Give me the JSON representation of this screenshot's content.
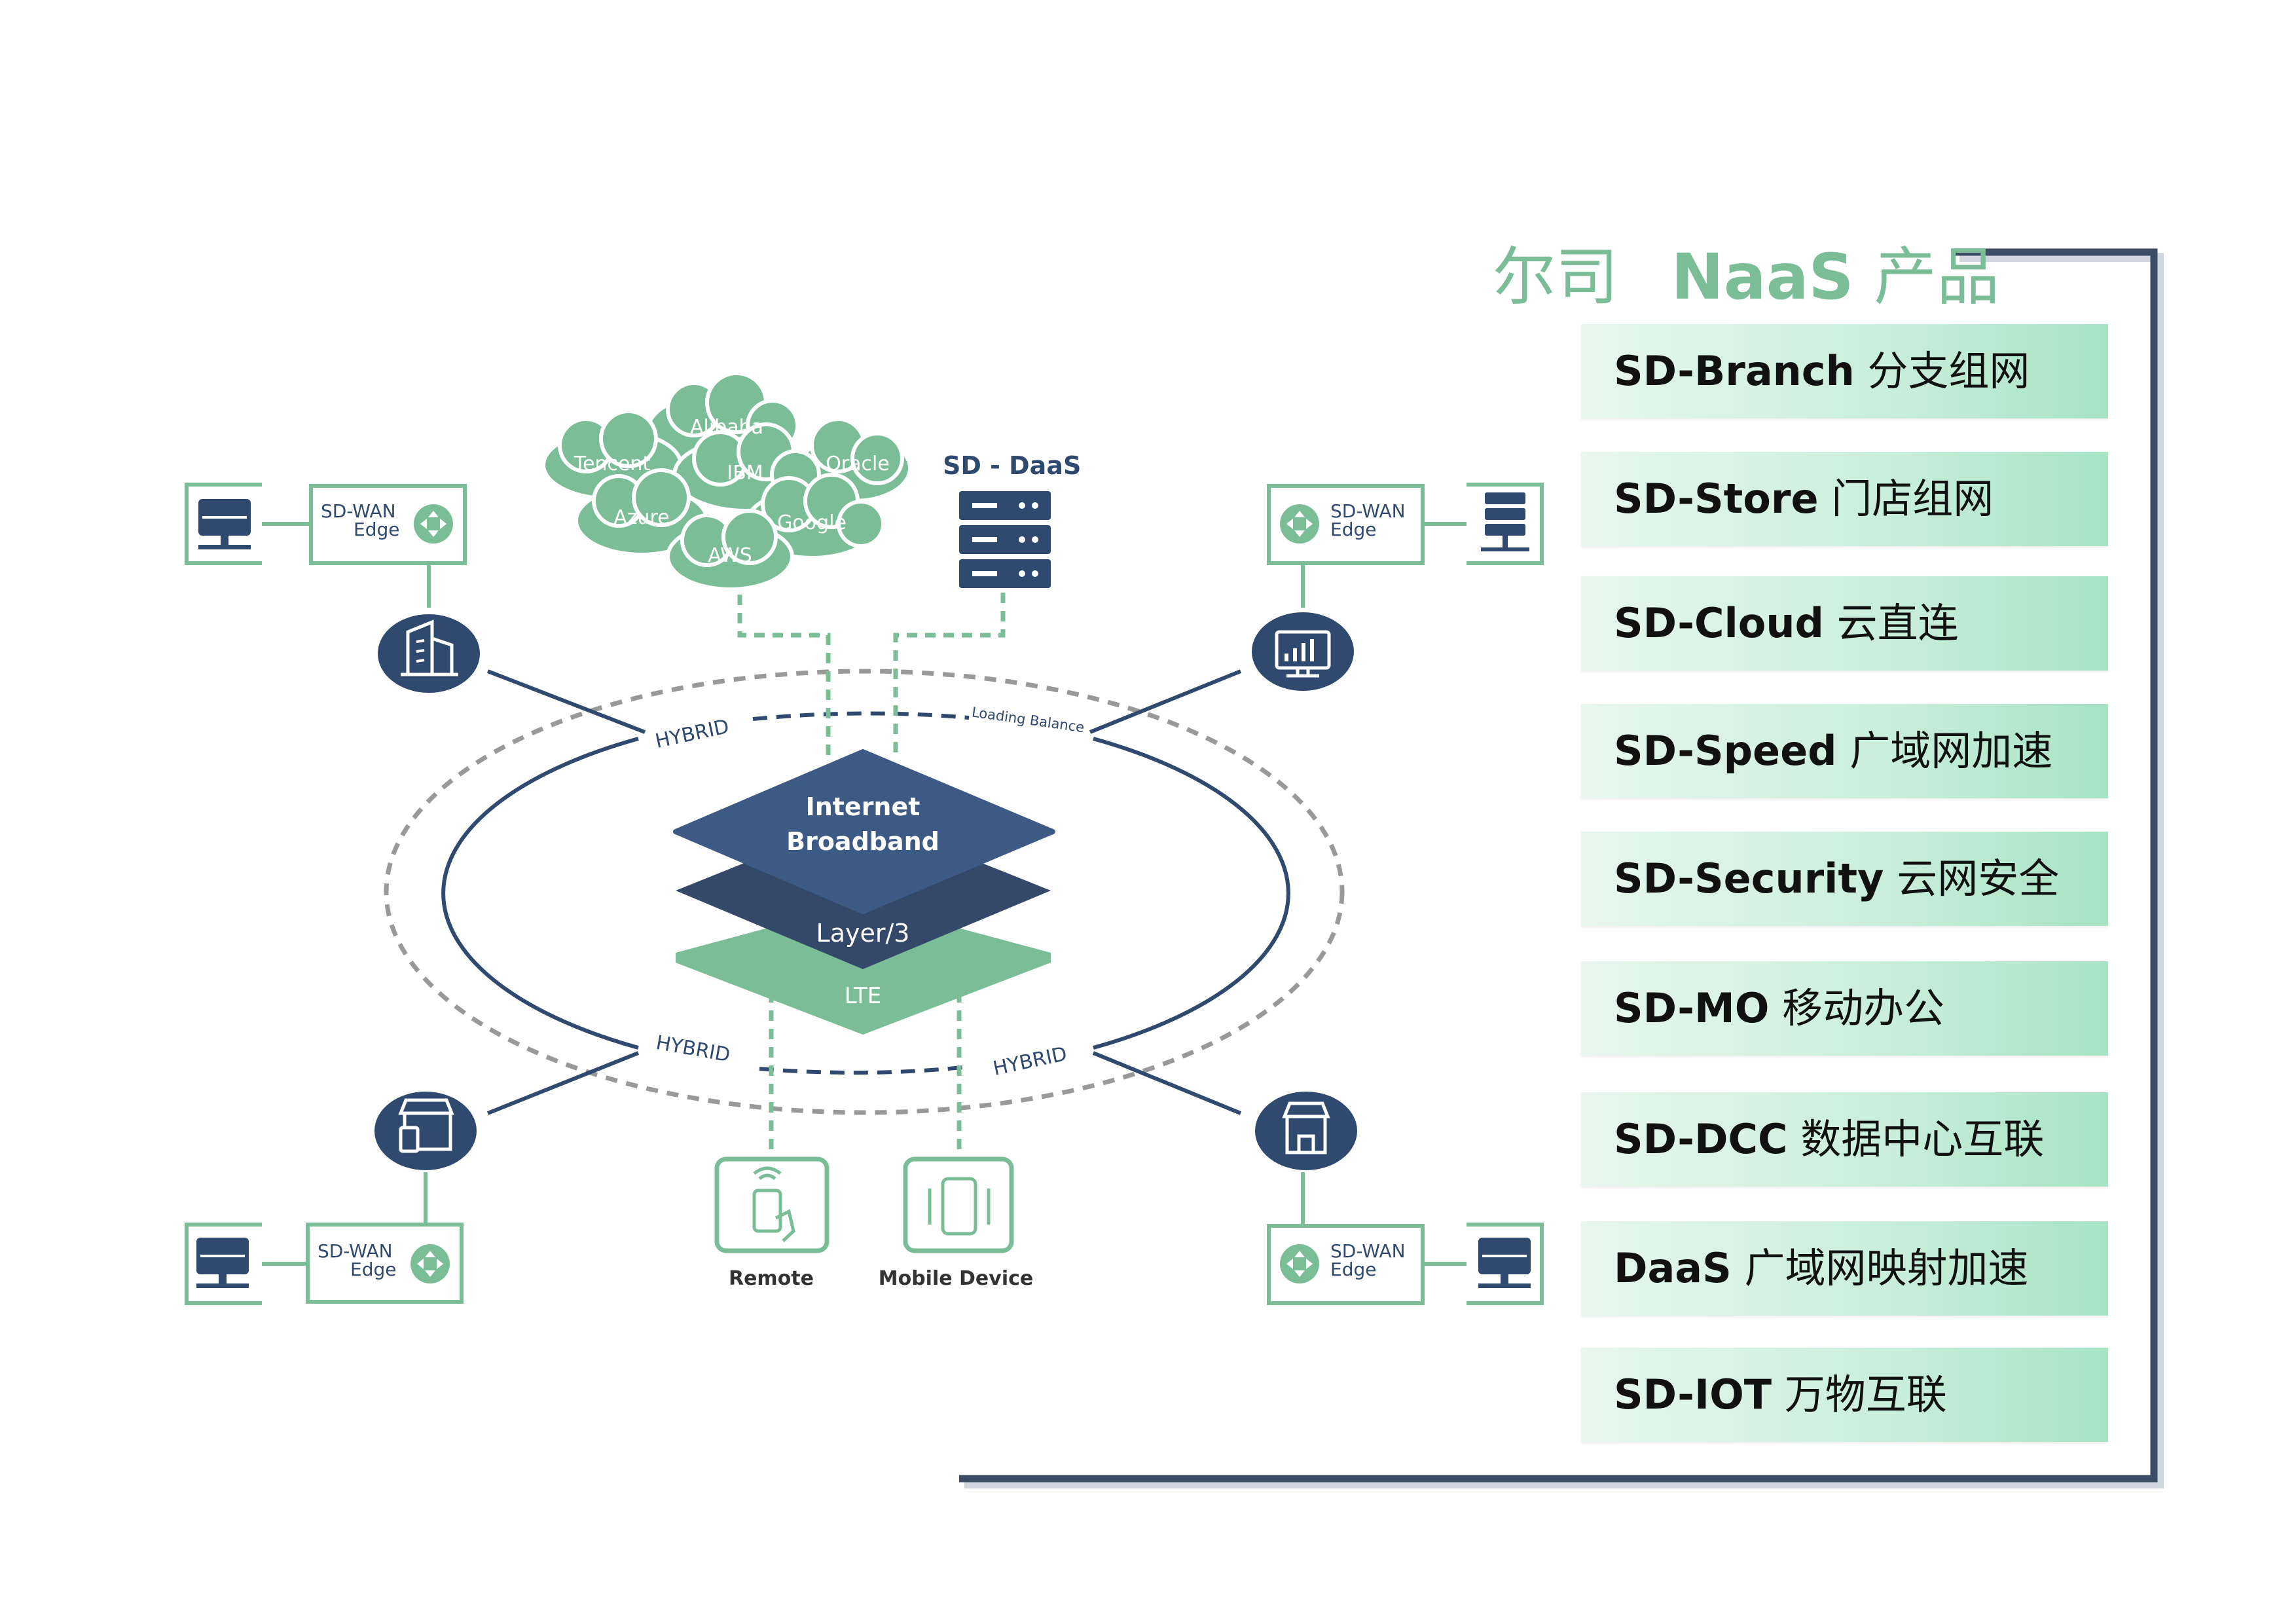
{
  "panel": {
    "title_brand": "尔司",
    "title_naas": "NaaS",
    "title_product": "产品",
    "items": [
      {
        "name": "SD-Branch",
        "desc": "分支组网"
      },
      {
        "name": "SD-Store",
        "desc": "门店组网"
      },
      {
        "name": "SD-Cloud",
        "desc": "云直连"
      },
      {
        "name": "SD-Speed",
        "desc": "广域网加速"
      },
      {
        "name": "SD-Security",
        "desc": "云网安全"
      },
      {
        "name": "SD-MO",
        "desc": "移动办公"
      },
      {
        "name": "SD-DCC",
        "desc": "数据中心互联"
      },
      {
        "name": "DaaS",
        "desc": "广域网映射加速"
      },
      {
        "name": "SD-IOT",
        "desc": "万物互联"
      }
    ]
  },
  "diagram": {
    "clouds": [
      "Alibaba",
      "Tencent",
      "IBM",
      "Oracle",
      "Azure",
      "Google",
      "AWS"
    ],
    "daas_label": "SD - DaaS",
    "edge_label_line1": "SD-WAN",
    "edge_label_line2": "Edge",
    "hybrid": "HYBRID",
    "loading_balance": "Loading Balance",
    "stack_top_line1": "Internet",
    "stack_top_line2": "Broadband",
    "stack_mid": "Layer/3",
    "stack_bottom": "LTE",
    "remote": "Remote",
    "mobile": "Mobile Device"
  },
  "colors": {
    "navy": "#2f4a6e",
    "green": "#7bbd96",
    "frame": "#3c4c66",
    "dash": "#999999"
  }
}
